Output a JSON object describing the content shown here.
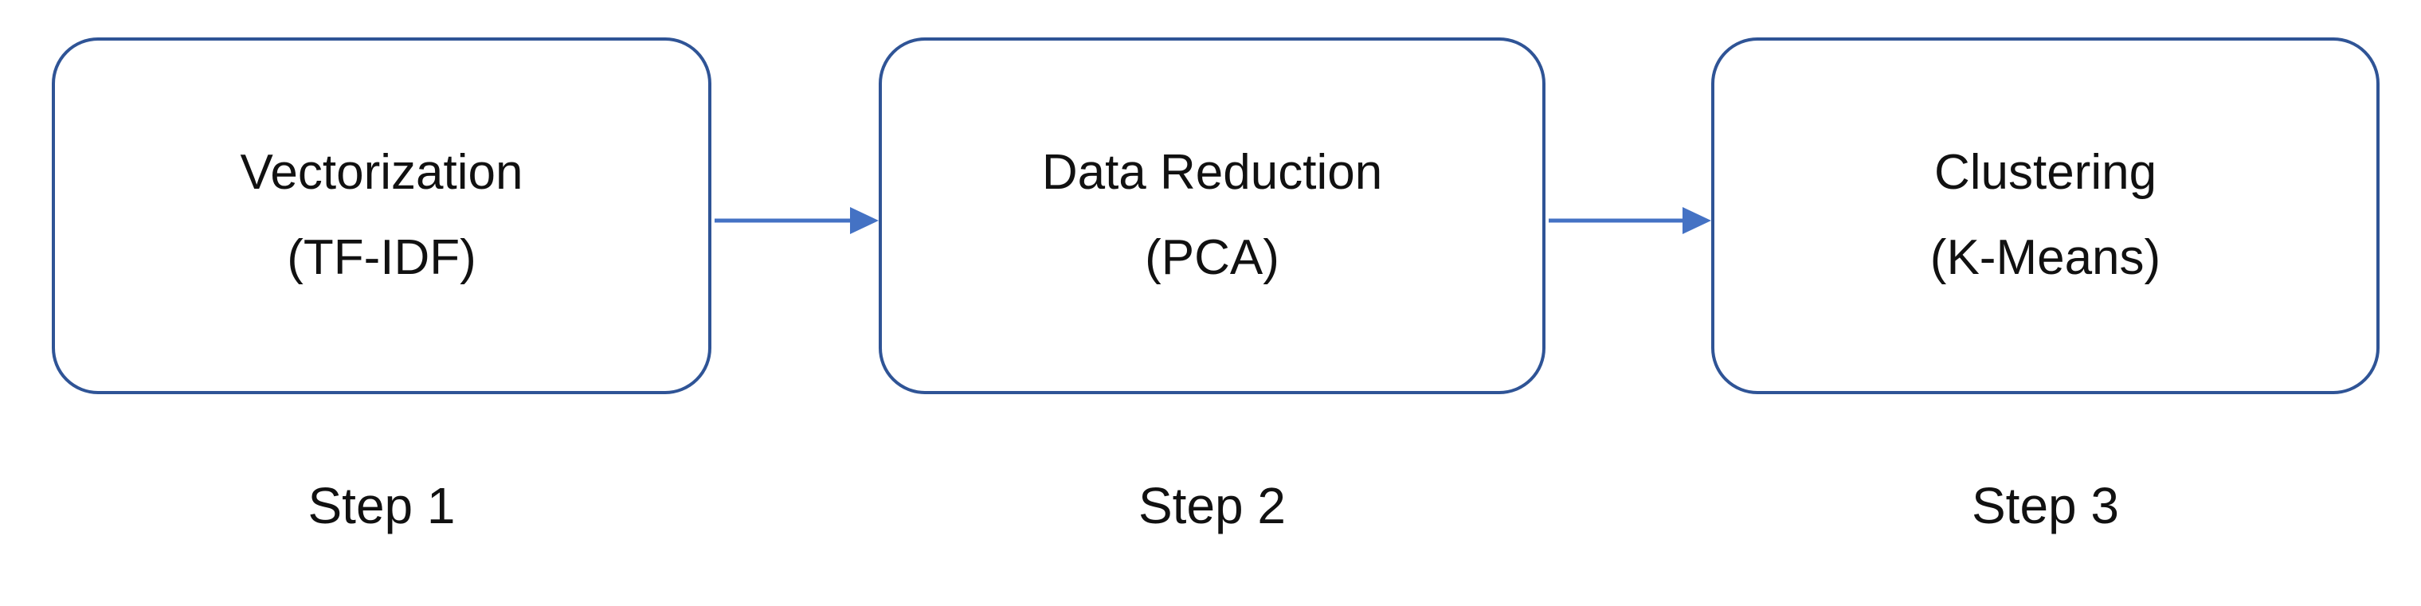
{
  "diagram": {
    "type": "flowchart",
    "direction": "left-to-right",
    "steps": [
      {
        "title": "Vectorization",
        "subtitle": "(TF-IDF)",
        "step_label": "Step 1"
      },
      {
        "title": "Data Reduction",
        "subtitle": "(PCA)",
        "step_label": "Step 2"
      },
      {
        "title": "Clustering",
        "subtitle": "(K-Means)",
        "step_label": "Step 3"
      }
    ],
    "connections": [
      {
        "from": "Vectorization (TF-IDF)",
        "to": "Data Reduction (PCA)",
        "style": "arrow-right"
      },
      {
        "from": "Data Reduction (PCA)",
        "to": "Clustering (K-Means)",
        "style": "arrow-right"
      }
    ],
    "colors": {
      "box_border": "#2F5496",
      "arrow": "#4472C4",
      "text": "#111111",
      "background": "#FFFFFF"
    }
  }
}
